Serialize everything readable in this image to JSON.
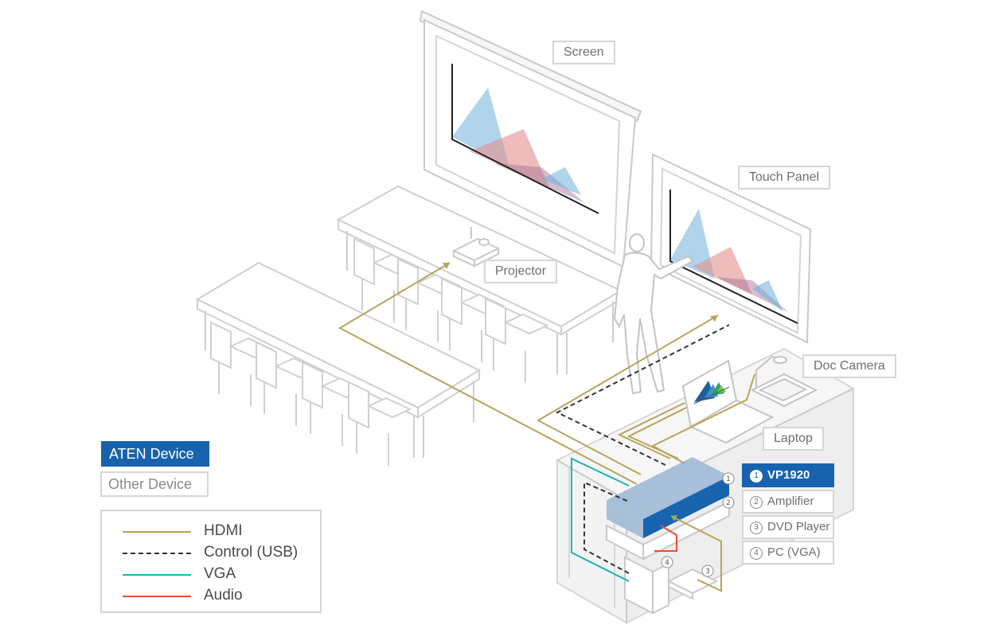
{
  "labels": {
    "screen": "Screen",
    "touch_panel": "Touch Panel",
    "projector": "Projector",
    "doc_camera": "Doc Camera",
    "laptop": "Laptop"
  },
  "devices": [
    {
      "num": "1",
      "name": "VP1920",
      "highlighted": true
    },
    {
      "num": "2",
      "name": "Amplifier",
      "highlighted": false
    },
    {
      "num": "3",
      "name": "DVD Player",
      "highlighted": false
    },
    {
      "num": "4",
      "name": "PC (VGA)",
      "highlighted": false
    }
  ],
  "rack_markers": [
    "1",
    "2",
    "3",
    "4"
  ],
  "key": {
    "aten_device": "ATEN Device",
    "other_device": "Other Device"
  },
  "legend": [
    {
      "label": "HDMI",
      "color": "#b5a55a",
      "style": "solid"
    },
    {
      "label": "Control (USB)",
      "color": "#333333",
      "style": "dashed"
    },
    {
      "label": "VGA",
      "color": "#1fb5b0",
      "style": "solid"
    },
    {
      "label": "Audio",
      "color": "#e0522a",
      "style": "solid"
    }
  ],
  "colors": {
    "aten_blue": "#1763ae",
    "outline_gray": "#d6d6d6",
    "chart_blue": "#6fb0dc",
    "chart_red": "#e58f8f"
  }
}
